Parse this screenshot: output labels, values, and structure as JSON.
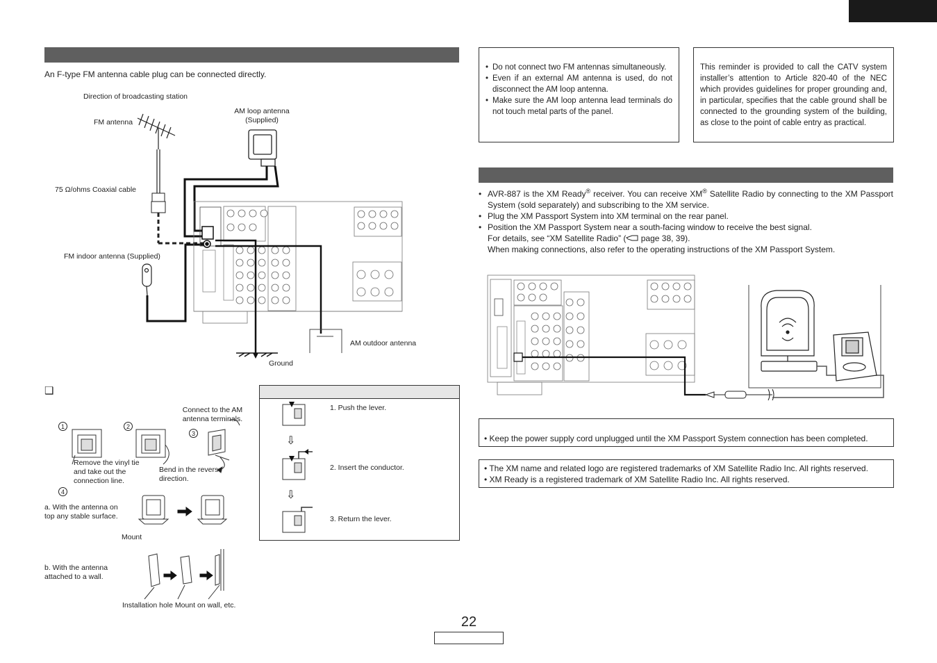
{
  "top_tab_color": "#1a1a1a",
  "antenna_section": {
    "intro": "An F-type FM antenna cable plug can be connected directly.",
    "labels": {
      "direction": "Direction of broadcasting station",
      "fm_antenna": "FM antenna",
      "am_loop": "AM loop antenna",
      "am_loop_supplied": "(Supplied)",
      "coaxial": "75 Ω/ohms Coaxial cable",
      "fm_indoor": "FM indoor antenna (Supplied)",
      "am_outdoor": "AM outdoor antenna",
      "ground": "Ground"
    }
  },
  "am_loop_assembly": {
    "checkbox": "❑",
    "connect_to_am": "Connect to the AM antenna terminals.",
    "steps": [
      "1",
      "2",
      "3",
      "4"
    ],
    "remove_tie": "Remove the vinyl tie and take out the connection line.",
    "bend_reverse": "Bend in the reverse direction.",
    "option_a": "a. With the antenna on top any stable surface.",
    "mount": "Mount",
    "option_b": "b. With the antenna attached to a wall.",
    "install_caption": "Installation hole Mount on wall, etc."
  },
  "lever_steps": {
    "step1": "1. Push the lever.",
    "step2": "2. Insert the conductor.",
    "step3": "3. Return the lever.",
    "arrow": "⇩"
  },
  "notes_box": {
    "items": [
      "Do not connect two FM antennas simultaneously.",
      "Even if an external AM antenna is used, do not disconnect the AM loop antenna.",
      "Make sure the AM loop antenna lead terminals do not touch metal parts of the panel."
    ]
  },
  "catv_box": {
    "text": "This reminder is provided to call the CATV system installer’s attention to Article 820-40 of the NEC which provides guidelines for proper grounding and, in particular, specifies that the cable ground shall be connected to the grounding system of the building, as close to the point of cable entry as practical."
  },
  "xm_section": {
    "b1_a": "AVR-887 is the XM Ready",
    "b1_b": " receiver. You can receive XM",
    "b1_c": " Satellite Radio by connecting to the XM Passport System (sold separately) and subscribing to the XM service.",
    "reg": "®",
    "b2": "Plug the XM Passport System into XM terminal on the rear panel.",
    "b3": "Position the XM Passport System near a south-facing window to receive the best signal.",
    "b3_details_a": "For details, see “XM Satellite Radio” (",
    "b3_details_b": " page 38, 39).",
    "b3_when": "When making connections, also refer to the operating instructions of the XM Passport System."
  },
  "power_note": "• Keep the power supply cord unplugged until the XM Passport System connection has been completed.",
  "trademark": {
    "line1": "• The XM name and related logo are registered trademarks of XM Satellite Radio Inc. All rights reserved.",
    "line2": "• XM Ready is a registered trademark of XM Satellite Radio Inc. All rights reserved."
  },
  "page_number": "22"
}
